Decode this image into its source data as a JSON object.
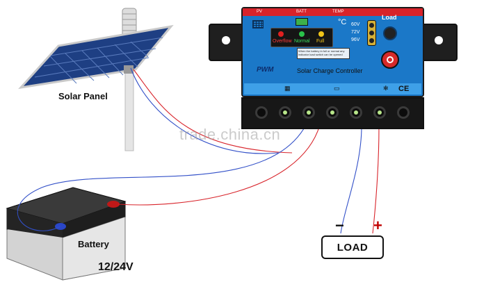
{
  "labels": {
    "solar_panel": "Solar Panel",
    "battery": "Battery",
    "voltage": "12/24V",
    "load": "LOAD",
    "load_minus": "−",
    "load_plus": "+",
    "watermark": "trade.china.cn"
  },
  "controller": {
    "pv_label": "PV",
    "batt_label": "BATT",
    "temp_label": "TEMP",
    "thermo_symbol": "°C",
    "indicator_overflow": "Overflow",
    "indicator_normal": "Normal",
    "indicator_full": "Full",
    "voltage_options": [
      "60V",
      "72V",
      "96V"
    ],
    "load_title": "Load",
    "note": "When the battery in full or normal any indicator load switch can be opened",
    "pwm": "PWM",
    "name": "Solar Charge Controller",
    "ce_mark": "CE"
  },
  "colors": {
    "panel_blue": "#1b78c8",
    "strip_blue": "#3ea0e8",
    "red_band": "#d8232a",
    "wire_red": "#d8232a",
    "wire_blue": "#3250c8"
  },
  "icons": [
    "solar-panel-icon",
    "battery-icon",
    "thermometer-icon",
    "lightbulb-icon",
    "power-button-icon",
    "ce-mark-icon"
  ]
}
